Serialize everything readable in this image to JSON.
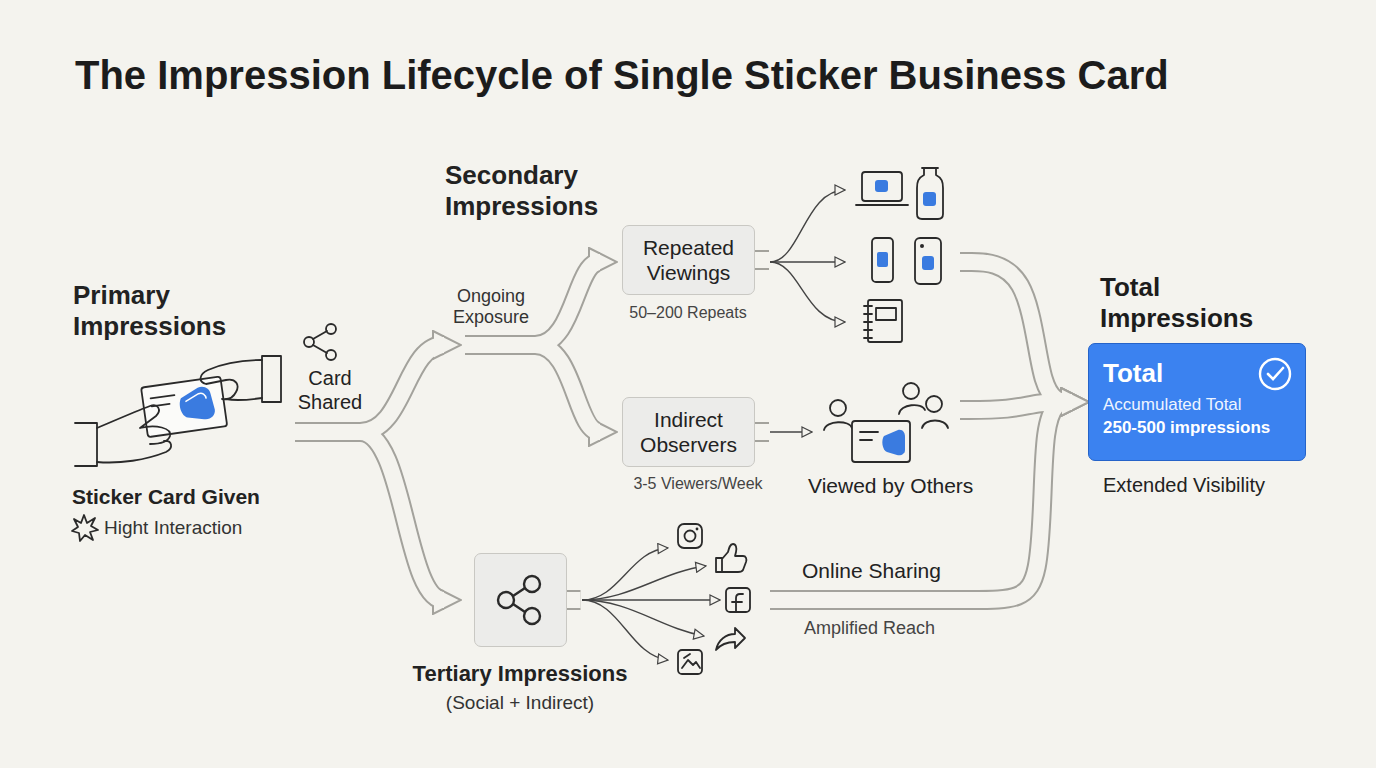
{
  "diagram": {
    "title": "The Impression Lifecycle of Single Sticker Business Card",
    "nodes": [
      {
        "text": [
          "Repeated Viewings"
        ]
      },
      {
        "text": [
          "Indirect Observers"
        ]
      },
      {
        "text": [
          "Tertiary Impressions",
          "(Social + Indirect)"
        ]
      },
      {
        "text": [
          "Total Impressions",
          "Total",
          "Accumulated Total",
          "250-500 impressions",
          "Extended Visibility"
        ]
      }
    ],
    "edges": [
      {
        "from": 0,
        "to": 3,
        "arrow": "to"
      },
      {
        "from": 1,
        "to": 3,
        "arrow": "to"
      },
      {
        "from": 2,
        "to": 3,
        "label": "Online Sharing",
        "arrow": "to"
      }
    ],
    "labels": [
      "Primary Impressions",
      "Sticker Card Given",
      "Hight Interaction",
      "Card Shared",
      "Secondary Impressions",
      "Ongoing Exposure",
      "50–200 Repeats",
      "3-5 Viewers/Week",
      "Viewed by Others",
      "Amplified Reach"
    ]
  }
}
